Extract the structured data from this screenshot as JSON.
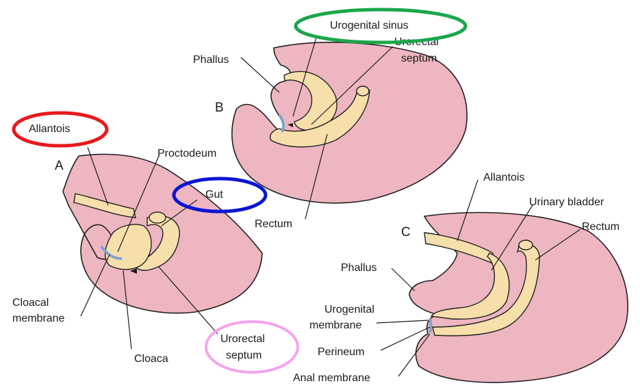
{
  "panels": {
    "a": "A",
    "b": "B",
    "c": "C"
  },
  "labels": {
    "a_allantois": "Allantois",
    "a_proctodeum": "Proctodeum",
    "a_gut": "Gut",
    "a_cloacal_1": "Cloacal",
    "a_cloacal_2": "membrane",
    "a_cloaca": "Cloaca",
    "a_urorectal_1": "Urorectal",
    "a_urorectal_2": "septum",
    "b_urogenital_sinus": "Urogenital sinus",
    "b_phallus": "Phallus",
    "b_urorectal_1": "Urorectal",
    "b_urorectal_2": "septum",
    "b_rectum": "Rectum",
    "c_allantois": "Allantois",
    "c_urinary_bladder": "Urinary bladder",
    "c_rectum": "Rectum",
    "c_phallus": "Phallus",
    "c_urogenital_1": "Urogenital",
    "c_urogenital_2": "membrane",
    "c_perineum": "Perineum",
    "c_anal_membrane": "Anal membrane"
  },
  "highlight_colors": {
    "allantois": "#e8191c",
    "gut": "#0a14d4",
    "urogenital_sinus": "#1aa64a",
    "urorectal_septum": "#f5a3ef"
  },
  "tissue_colors": {
    "mesoderm": "#eeb6c0",
    "endoderm": "#f7dfac",
    "membrane": "#7da4cf"
  }
}
